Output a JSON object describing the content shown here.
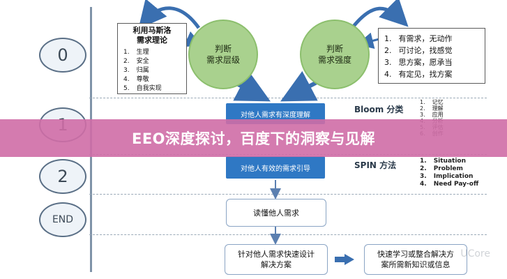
{
  "stages": {
    "s0": "0",
    "s1": "1",
    "s2": "2",
    "end": "END"
  },
  "maslow": {
    "title_line1": "利用马斯洛",
    "title_line2": "需求理论",
    "items": [
      {
        "n": "1.",
        "t": "生理"
      },
      {
        "n": "2.",
        "t": "安全"
      },
      {
        "n": "3.",
        "t": "归属"
      },
      {
        "n": "4.",
        "t": "尊敬"
      },
      {
        "n": "5.",
        "t": "自我实现"
      }
    ]
  },
  "circle_left": {
    "line1": "判断",
    "line2": "需求层级"
  },
  "circle_right": {
    "line1": "判断",
    "line2": "需求强度"
  },
  "strength": {
    "items": [
      {
        "n": "1.",
        "t": "有需求，无动作"
      },
      {
        "n": "2.",
        "t": "可讨论，找感觉"
      },
      {
        "n": "3.",
        "t": "思方案，愿承当"
      },
      {
        "n": "4.",
        "t": "有定见，找方案"
      }
    ]
  },
  "blue_box_1": "对他人需求有深度理解",
  "blue_box_2": "对他人有效的需求引导",
  "bloom": {
    "label": "Bloom 分类",
    "items": [
      {
        "n": "1.",
        "t": "记忆"
      },
      {
        "n": "2.",
        "t": "理解"
      },
      {
        "n": "3.",
        "t": "应用"
      },
      {
        "n": "4.",
        "t": "分析"
      },
      {
        "n": "5.",
        "t": "评估"
      },
      {
        "n": "6.",
        "t": "创作"
      }
    ]
  },
  "spin": {
    "label": "SPIN 方法",
    "items": [
      {
        "n": "1.",
        "t": "Situation"
      },
      {
        "n": "2.",
        "t": "Problem"
      },
      {
        "n": "3.",
        "t": "Implication"
      },
      {
        "n": "4.",
        "t": "Need Pay-off"
      }
    ]
  },
  "box_understand": "读懂他人需求",
  "box_design": {
    "line1": "针对他人需求快速设计",
    "line2": "解决方案"
  },
  "box_learn": {
    "line1": "快速学习或整合解决方",
    "line2": "案所需新知识或信息"
  },
  "banner_text": "EEO深度探讨，百度下的洞察与见解",
  "watermark": "UCore",
  "colors": {
    "blue_box": "#2f78c4",
    "green_circle": "#a9d18e",
    "arrow_blue": "#3a6fb0",
    "banner": "#cf6da6"
  }
}
